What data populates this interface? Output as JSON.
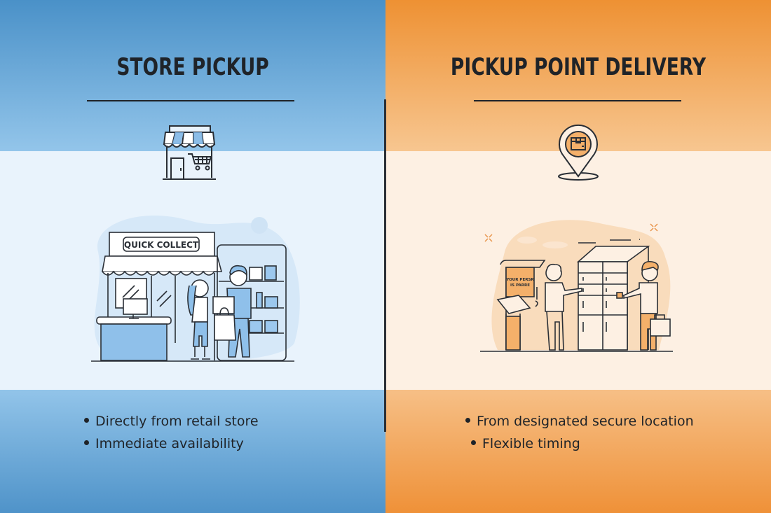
{
  "left_panel": {
    "title": "STORE PICKUP",
    "icon": "storefront-cart-icon",
    "illustration": {
      "sign_text": "QUICK COLLECT",
      "description": "store-counter-handover-illustration"
    },
    "bullets": [
      "Directly from retail store",
      "Immediate availability"
    ],
    "colors": {
      "top": "#4a91c8",
      "mid": "#e9f3fc",
      "accent": "#7fb6e6"
    }
  },
  "right_panel": {
    "title": "PICKUP POINT DELIVERY",
    "icon": "location-pin-parcel-icon",
    "illustration": {
      "kiosk_text_line1": "YOUR PERSR",
      "kiosk_text_line2": "IS PARRE",
      "description": "parcel-locker-handover-illustration"
    },
    "bullets": [
      "From designated secure location",
      "Flexible timing"
    ],
    "colors": {
      "top": "#ee9133",
      "mid": "#fdf0e3",
      "accent": "#f4b06a"
    }
  }
}
